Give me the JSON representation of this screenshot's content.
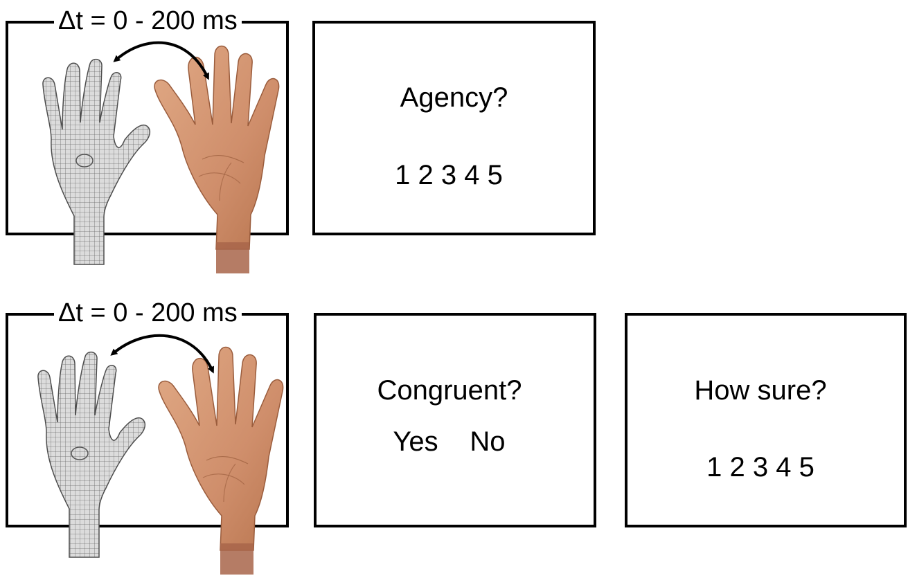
{
  "row1": {
    "time_label": "Δt = 0 - 200 ms",
    "question": "Agency?",
    "scale": "1 2 3 4 5"
  },
  "row2": {
    "time_label": "Δt = 0 - 200 ms",
    "question": "Congruent?",
    "yes": "Yes",
    "no": "No",
    "confidence_question": "How sure?",
    "confidence_scale": "1 2 3 4 5"
  },
  "colors": {
    "ink": "#000000",
    "mesh_hand": "#d9d9d9",
    "skin": "#d79a78",
    "skin_dark": "#b87553"
  }
}
